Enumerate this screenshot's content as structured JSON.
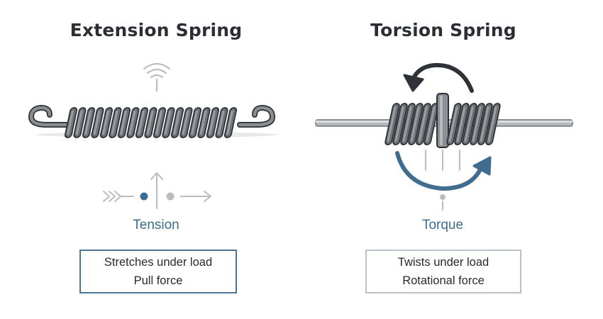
{
  "panels": [
    {
      "title": "Extension Spring",
      "caption": "Tension",
      "lines": [
        "Stretches under load",
        "Pull force"
      ]
    },
    {
      "title": "Torsion Spring",
      "caption": "Torque",
      "lines": [
        "Twists under load",
        "Rotational force"
      ]
    }
  ],
  "colors": {
    "coil": "#6f7378",
    "coil_highlight": "#9a9ea2",
    "outline": "#2e3135",
    "accent_blue": "#3f6c8f",
    "dark_arrow": "#2f3337",
    "light_gray": "#b9bdc1"
  }
}
